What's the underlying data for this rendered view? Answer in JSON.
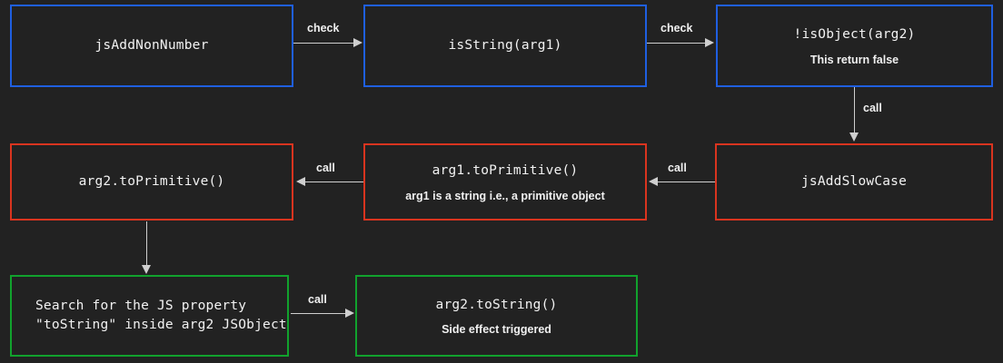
{
  "diagram": {
    "type": "flowchart",
    "background_color": "#222222",
    "colors": {
      "blue": "#1f5fe0",
      "red": "#d9341f",
      "green": "#11a22d",
      "text": "#f2f2f2",
      "edge": "#cfcfcf"
    },
    "nodes": [
      {
        "id": "jsAddNonNumber",
        "title": "jsAddNonNumber",
        "subtitle": "",
        "subtitle_bold": "",
        "color": "blue",
        "align": "center"
      },
      {
        "id": "isString",
        "title": "isString(arg1)",
        "subtitle": "",
        "subtitle_bold": "",
        "color": "blue",
        "align": "center"
      },
      {
        "id": "isObject",
        "title": "!isObject(arg2)",
        "subtitle": "This return ",
        "subtitle_bold": "false",
        "color": "blue",
        "align": "center"
      },
      {
        "id": "jsAddSlowCase",
        "title": "jsAddSlowCase",
        "subtitle": "",
        "subtitle_bold": "",
        "color": "red",
        "align": "center"
      },
      {
        "id": "arg1ToPrimitive",
        "title": "arg1.toPrimitive()",
        "subtitle": "arg1 is a string i.e., a primitive object",
        "subtitle_bold": "",
        "color": "red",
        "align": "center"
      },
      {
        "id": "arg2ToPrimitive",
        "title": "arg2.toPrimitive()",
        "subtitle": "",
        "subtitle_bold": "",
        "color": "red",
        "align": "center"
      },
      {
        "id": "searchProperty",
        "title": "Search for the JS property\n\"toString\" inside arg2 JSObject",
        "subtitle": "",
        "subtitle_bold": "",
        "color": "green",
        "align": "left"
      },
      {
        "id": "arg2ToString",
        "title": "arg2.toString()",
        "subtitle": "Side effect triggered",
        "subtitle_bold": "",
        "color": "green",
        "align": "center"
      }
    ],
    "edges": [
      {
        "id": "e1",
        "from": "jsAddNonNumber",
        "to": "isString",
        "label": "check",
        "direction": "right"
      },
      {
        "id": "e2",
        "from": "isString",
        "to": "isObject",
        "label": "check",
        "direction": "right"
      },
      {
        "id": "e3",
        "from": "isObject",
        "to": "jsAddSlowCase",
        "label": "call",
        "direction": "down"
      },
      {
        "id": "e4",
        "from": "jsAddSlowCase",
        "to": "arg1ToPrimitive",
        "label": "call",
        "direction": "left"
      },
      {
        "id": "e5",
        "from": "arg1ToPrimitive",
        "to": "arg2ToPrimitive",
        "label": "call",
        "direction": "left"
      },
      {
        "id": "e6",
        "from": "arg2ToPrimitive",
        "to": "searchProperty",
        "label": "",
        "direction": "down"
      },
      {
        "id": "e7",
        "from": "searchProperty",
        "to": "arg2ToString",
        "label": "call",
        "direction": "right"
      }
    ]
  }
}
